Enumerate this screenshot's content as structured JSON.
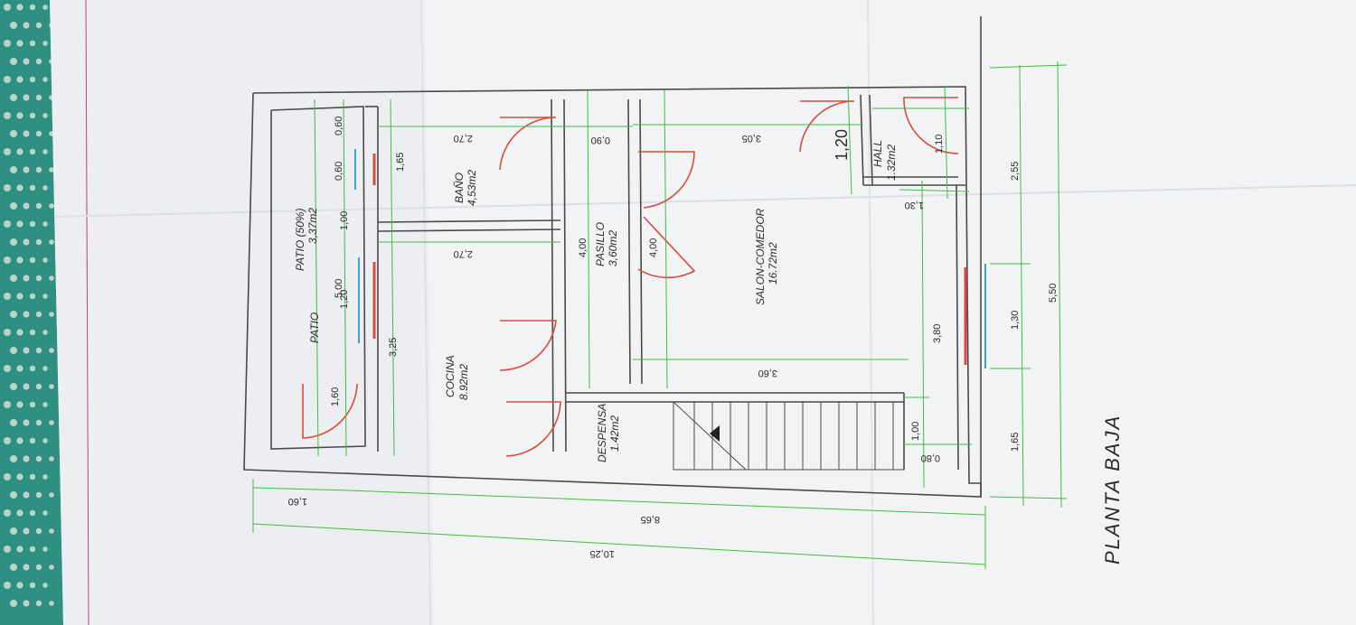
{
  "colors": {
    "paper": "#f2f3f5",
    "paper_shadow": "#dfe2e6",
    "wall": "#4a4a4a",
    "dimension": "#3fbf3f",
    "door": "#d94b3b",
    "window": "#3aa0d8",
    "tablecloth": "#2f8f80",
    "margin_line": "#c23a8a"
  },
  "plan": {
    "title": "PLANTA BAJA",
    "rooms": [
      {
        "name": "PATIO",
        "area": ""
      },
      {
        "name": "PATIO (50%)",
        "area": "3,37m2"
      },
      {
        "name": "BAÑO",
        "area": "4,53m2"
      },
      {
        "name": "COCINA",
        "area": "8.92m2"
      },
      {
        "name": "PASILLO",
        "area": "3,60m2"
      },
      {
        "name": "DESPENSA",
        "area": "1.42m2"
      },
      {
        "name": "SALON-COMEDOR",
        "area": "16.72m2"
      },
      {
        "name": "HALL",
        "area": "1.32m2"
      }
    ],
    "dimensions": {
      "total_length": "10,25",
      "inner_length": "8,65",
      "patio_depth": "1,60",
      "patio_length": "5,00",
      "patio_width_a": "0,60",
      "patio_width_b": "0,60",
      "patio_window_a": "1,00",
      "patio_window_b": "1,20",
      "patio_door": "1,60",
      "bano_width": "1,65",
      "cocina_width": "3,25",
      "bano_length": "2,70",
      "cocina_length": "2,70",
      "pasillo_width": "0,90",
      "pasillo_length": "4,00",
      "salon_door_span": "4,00",
      "salon_length": "3,05",
      "salon_lower": "3,60",
      "salon_width": "3,80",
      "hall_door": "1,20",
      "hall_width": "1,10",
      "hall_depth": "1,30",
      "stair_width": "1,00",
      "stair_step": "0,80",
      "facade_a": "2,55",
      "facade_window": "1,30",
      "facade_b": "1,65",
      "facade_total": "5,50"
    }
  }
}
